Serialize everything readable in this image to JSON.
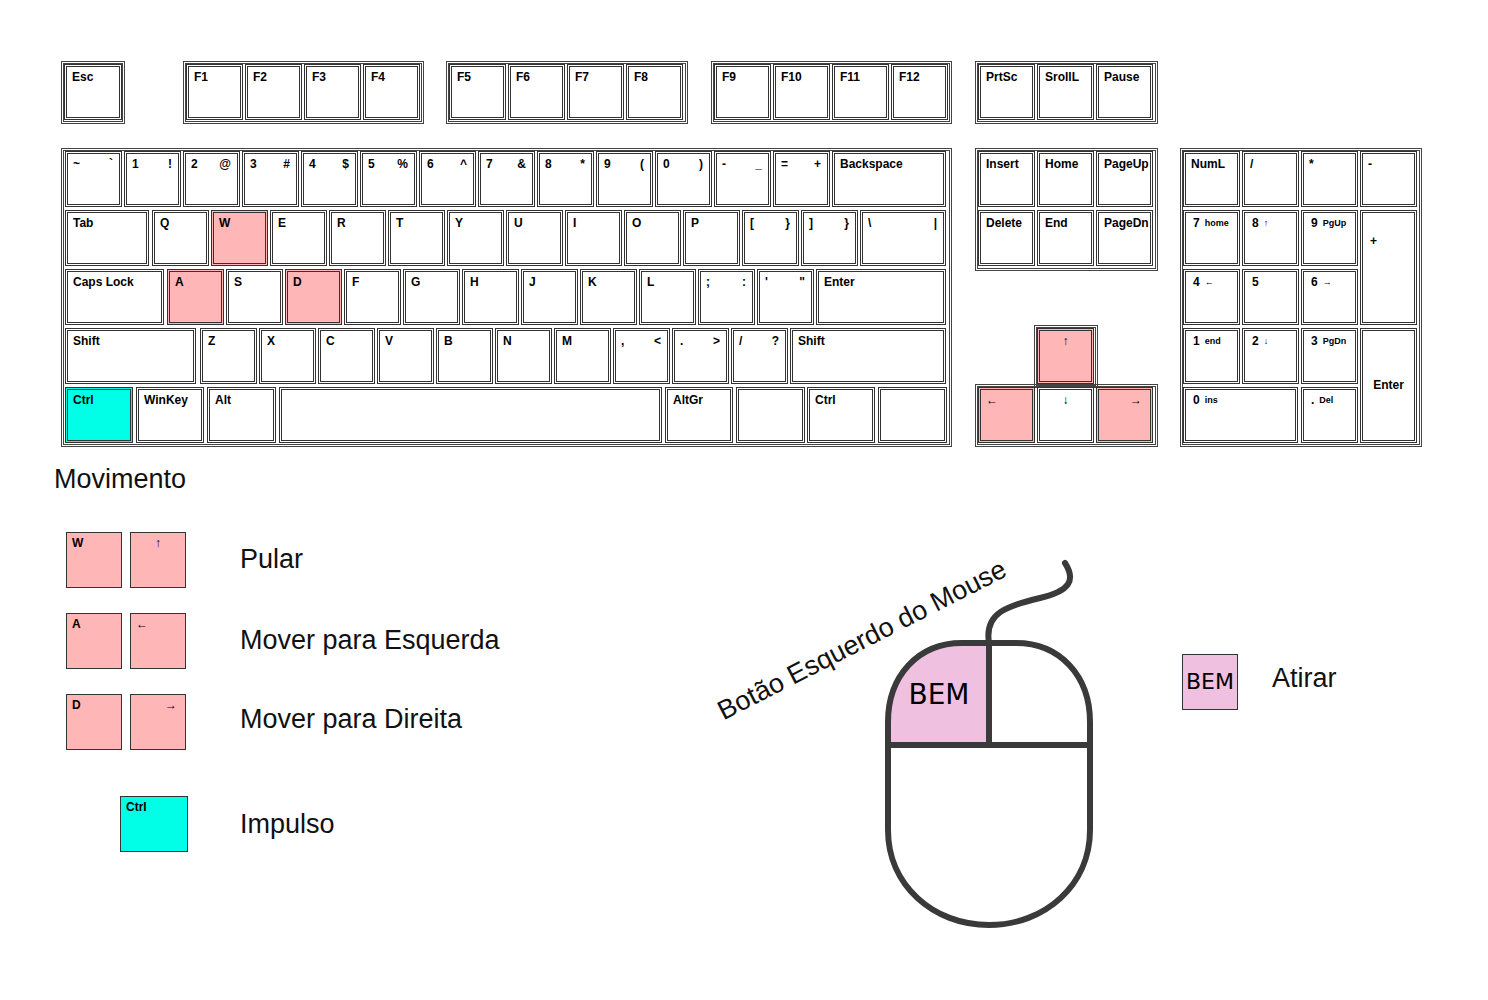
{
  "diagram": {
    "nodes": [
      {
        "text": [
          "Esc"
        ]
      },
      {
        "text": [
          "F1"
        ]
      },
      {
        "text": [
          "F2"
        ]
      },
      {
        "text": [
          "F3"
        ]
      },
      {
        "text": [
          "F4"
        ]
      },
      {
        "text": [
          "F5"
        ]
      },
      {
        "text": [
          "F6"
        ]
      },
      {
        "text": [
          "F7"
        ]
      },
      {
        "text": [
          "F8"
        ]
      },
      {
        "text": [
          "F9"
        ]
      },
      {
        "text": [
          "F10"
        ]
      },
      {
        "text": [
          "F11"
        ]
      },
      {
        "text": [
          "F12"
        ]
      },
      {
        "text": [
          "PrtSc"
        ]
      },
      {
        "text": [
          "SrollL"
        ]
      },
      {
        "text": [
          "Pause"
        ]
      },
      {
        "text": [
          "~",
          "`"
        ]
      },
      {
        "text": [
          "1",
          "!"
        ]
      },
      {
        "text": [
          "2",
          "@"
        ]
      },
      {
        "text": [
          "3",
          "#"
        ]
      },
      {
        "text": [
          "4",
          "$"
        ]
      },
      {
        "text": [
          "5",
          "%"
        ]
      },
      {
        "text": [
          "6",
          "^"
        ]
      },
      {
        "text": [
          "7",
          "&"
        ]
      },
      {
        "text": [
          "8",
          "*"
        ]
      },
      {
        "text": [
          "9",
          "("
        ]
      },
      {
        "text": [
          "0",
          ")"
        ]
      },
      {
        "text": [
          "-",
          "_"
        ]
      },
      {
        "text": [
          "=",
          "+"
        ]
      },
      {
        "text": [
          "Backspace"
        ]
      },
      {
        "text": [
          "Insert"
        ]
      },
      {
        "text": [
          "Home"
        ]
      },
      {
        "text": [
          "PageUp"
        ]
      },
      {
        "text": [
          "NumL"
        ]
      },
      {
        "text": [
          "/"
        ]
      },
      {
        "text": [
          "*"
        ]
      },
      {
        "text": [
          "-"
        ]
      },
      {
        "text": [
          "Tab"
        ]
      },
      {
        "text": [
          "Q"
        ]
      },
      {
        "text": [
          "W"
        ]
      },
      {
        "text": [
          "E"
        ]
      },
      {
        "text": [
          "R"
        ]
      },
      {
        "text": [
          "T"
        ]
      },
      {
        "text": [
          "Y"
        ]
      },
      {
        "text": [
          "U"
        ]
      },
      {
        "text": [
          "I"
        ]
      },
      {
        "text": [
          "O"
        ]
      },
      {
        "text": [
          "P"
        ]
      },
      {
        "text": [
          "[",
          "}"
        ]
      },
      {
        "text": [
          "]",
          "}"
        ]
      },
      {
        "text": [
          "\\",
          "|"
        ]
      },
      {
        "text": [
          "Delete"
        ]
      },
      {
        "text": [
          "End"
        ]
      },
      {
        "text": [
          "PageDn"
        ]
      },
      {
        "text": [
          "7",
          "home"
        ]
      },
      {
        "text": [
          "8",
          "↑"
        ]
      },
      {
        "text": [
          "9",
          "PgUp"
        ]
      },
      {
        "text": [
          "+"
        ]
      },
      {
        "text": [
          "Caps Lock"
        ]
      },
      {
        "text": [
          "A"
        ]
      },
      {
        "text": [
          "S"
        ]
      },
      {
        "text": [
          "D"
        ]
      },
      {
        "text": [
          "F"
        ]
      },
      {
        "text": [
          "G"
        ]
      },
      {
        "text": [
          "H"
        ]
      },
      {
        "text": [
          "J"
        ]
      },
      {
        "text": [
          "K"
        ]
      },
      {
        "text": [
          "L"
        ]
      },
      {
        "text": [
          ";",
          ":"
        ]
      },
      {
        "text": [
          "'",
          "\""
        ]
      },
      {
        "text": [
          "Enter"
        ]
      },
      {
        "text": [
          "4",
          "←"
        ]
      },
      {
        "text": [
          "5"
        ]
      },
      {
        "text": [
          "6",
          "→"
        ]
      },
      {
        "text": [
          "Shift"
        ]
      },
      {
        "text": [
          "Z"
        ]
      },
      {
        "text": [
          "X"
        ]
      },
      {
        "text": [
          "C"
        ]
      },
      {
        "text": [
          "V"
        ]
      },
      {
        "text": [
          "B"
        ]
      },
      {
        "text": [
          "N"
        ]
      },
      {
        "text": [
          "M"
        ]
      },
      {
        "text": [
          ",",
          "<"
        ]
      },
      {
        "text": [
          ".",
          ">"
        ]
      },
      {
        "text": [
          "/",
          "?"
        ]
      },
      {
        "text": [
          "Shift"
        ]
      },
      {
        "text": [
          "↑"
        ]
      },
      {
        "text": [
          "1",
          "end"
        ]
      },
      {
        "text": [
          "2",
          "↓"
        ]
      },
      {
        "text": [
          "3",
          "PgDn"
        ]
      },
      {
        "text": [
          "Enter"
        ]
      },
      {
        "text": [
          "Ctrl"
        ]
      },
      {
        "text": [
          "WinKey"
        ]
      },
      {
        "text": [
          "Alt"
        ]
      },
      {
        "text": [
          "AltGr"
        ]
      },
      {
        "text": [
          "Ctrl"
        ]
      },
      {
        "text": [
          "←"
        ]
      },
      {
        "text": [
          "↓"
        ]
      },
      {
        "text": [
          "→"
        ]
      },
      {
        "text": [
          "0",
          "ins"
        ]
      },
      {
        "text": [
          ".",
          "Del"
        ]
      },
      {
        "text": [
          "W"
        ]
      },
      {
        "text": [
          "↑"
        ]
      },
      {
        "text": [
          "A"
        ]
      },
      {
        "text": [
          "←"
        ]
      },
      {
        "text": [
          "D"
        ]
      },
      {
        "text": [
          "→"
        ]
      },
      {
        "text": [
          "Ctrl"
        ]
      },
      {
        "text": [
          "BEM"
        ]
      },
      {
        "text": [
          "BEM"
        ]
      }
    ],
    "labels": [
      "Movimento",
      "Pular",
      "Mover para Esquerda",
      "Mover para Direita",
      "Impulso",
      "Botão Esquerdo do Mouse",
      "Atirar"
    ]
  }
}
